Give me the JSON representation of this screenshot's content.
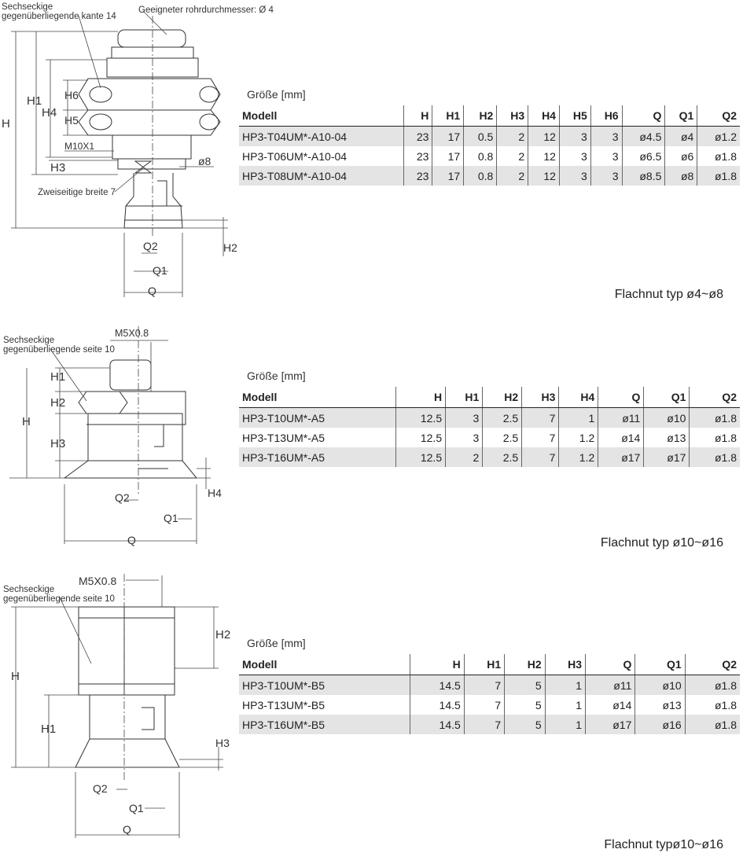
{
  "sections": [
    {
      "drawing": {
        "callouts": [
          "Sechseckige",
          "gegenüberliegende kante 14",
          "Geeigneter rohrdurchmesser: Ø 4",
          "Zweiseitige breite 7"
        ],
        "dims": [
          "H",
          "H1",
          "H4",
          "H6",
          "H5",
          "M10X1",
          "H3",
          "ø8",
          "Q2",
          "Q1",
          "Q",
          "H2"
        ]
      },
      "size_label": "Größe [mm]",
      "columns": [
        "Modell",
        "H",
        "H1",
        "H2",
        "H3",
        "H4",
        "H5",
        "H6",
        "Q",
        "Q1",
        "Q2"
      ],
      "rows": [
        [
          "HP3-T04UM*-A10-04",
          "23",
          "17",
          "0.5",
          "2",
          "12",
          "3",
          "3",
          "ø4.5",
          "ø4",
          "ø1.2"
        ],
        [
          "HP3-T06UM*-A10-04",
          "23",
          "17",
          "0.8",
          "2",
          "12",
          "3",
          "3",
          "ø6.5",
          "ø6",
          "ø1.8"
        ],
        [
          "HP3-T08UM*-A10-04",
          "23",
          "17",
          "0.8",
          "2",
          "12",
          "3",
          "3",
          "ø8.5",
          "ø8",
          "ø1.8"
        ]
      ],
      "caption": "Flachnut typ ø4~ø8"
    },
    {
      "drawing": {
        "callouts": [
          "Sechseckige",
          "gegenüberliegende seite 10",
          "M5X0.8"
        ],
        "dims": [
          "H1",
          "H2",
          "H",
          "H3",
          "Q2",
          "Q1",
          "Q",
          "H4"
        ]
      },
      "size_label": "Größe [mm]",
      "columns": [
        "Modell",
        "H",
        "H1",
        "H2",
        "H3",
        "H4",
        "Q",
        "Q1",
        "Q2"
      ],
      "rows": [
        [
          "HP3-T10UM*-A5",
          "12.5",
          "3",
          "2.5",
          "7",
          "1",
          "ø11",
          "ø10",
          "ø1.8"
        ],
        [
          "HP3-T13UM*-A5",
          "12.5",
          "3",
          "2.5",
          "7",
          "1.2",
          "ø14",
          "ø13",
          "ø1.8"
        ],
        [
          "HP3-T16UM*-A5",
          "12.5",
          "2",
          "2.5",
          "7",
          "1.2",
          "ø17",
          "ø17",
          "ø1.8"
        ]
      ],
      "caption": "Flachnut typ ø10~ø16"
    },
    {
      "drawing": {
        "callouts": [
          "Sechseckige",
          "gegenüberliegende seite 10",
          "M5X0.8"
        ],
        "dims": [
          "H2",
          "H",
          "H1",
          "H3",
          "Q2",
          "Q1",
          "Q"
        ]
      },
      "size_label": "Größe [mm]",
      "columns": [
        "Modell",
        "H",
        "H1",
        "H2",
        "H3",
        "Q",
        "Q1",
        "Q2"
      ],
      "rows": [
        [
          "HP3-T10UM*-B5",
          "14.5",
          "7",
          "5",
          "1",
          "ø11",
          "ø10",
          "ø1.8"
        ],
        [
          "HP3-T13UM*-B5",
          "14.5",
          "7",
          "5",
          "1",
          "ø14",
          "ø13",
          "ø1.8"
        ],
        [
          "HP3-T16UM*-B5",
          "14.5",
          "7",
          "5",
          "1",
          "ø17",
          "ø16",
          "ø1.8"
        ]
      ],
      "caption": "Flachnut typø10~ø16"
    }
  ]
}
